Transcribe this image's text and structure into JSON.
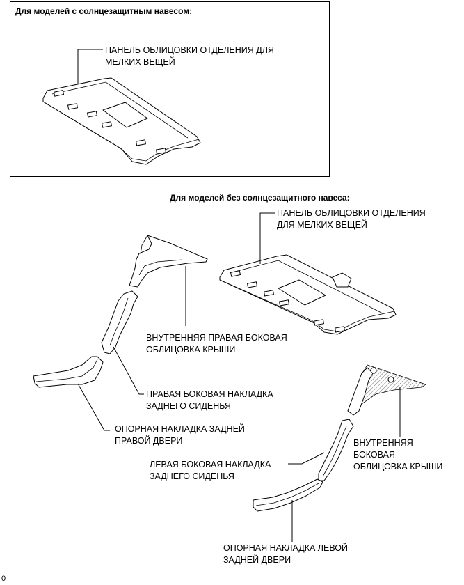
{
  "header_with_sunshade": "Для моделей с солнцезащитным навесом:",
  "header_without_sunshade": "Для моделей без солнцезащитного навеса:",
  "labels": {
    "package_tray_top": [
      "ПАНЕЛЬ ОБЛИЦОВКИ ОТДЕЛЕНИЯ ДЛЯ",
      "МЕЛКИХ ВЕЩЕЙ"
    ],
    "package_tray_bottom": [
      "ПАНЕЛЬ ОБЛИЦОВКИ ОТДЕЛЕНИЯ",
      "ДЛЯ МЕЛКИХ ВЕЩЕЙ"
    ],
    "rh_roof_side_inner": [
      "ВНУТРЕННЯЯ ПРАВАЯ БОКОВАЯ",
      "ОБЛИЦОВКА КРЫШИ"
    ],
    "rh_rear_seat_side": [
      "ПРАВАЯ БОКОВАЯ НАКЛАДКА",
      "ЗАДНЕГО СИДЕНЬЯ"
    ],
    "rh_rear_door_scuff": [
      "ОПОРНАЯ НАКЛАДКА ЗАДНЕЙ",
      "ПРАВОЙ ДВЕРИ"
    ],
    "roof_side_inner": [
      "ВНУТРЕННЯЯ",
      "БОКОВАЯ",
      "ОБЛИЦОВКА КРЫШИ"
    ],
    "lh_rear_seat_side": [
      "ЛЕВАЯ БОКОВАЯ НАКЛАДКА",
      "ЗАДНЕГО СИДЕНЬЯ"
    ],
    "lh_rear_door_scuff": [
      "ОПОРНАЯ НАКЛАДКА ЛЕВОЙ",
      "ЗАДНЕЙ ДВЕРИ"
    ]
  },
  "figure_code": "0"
}
